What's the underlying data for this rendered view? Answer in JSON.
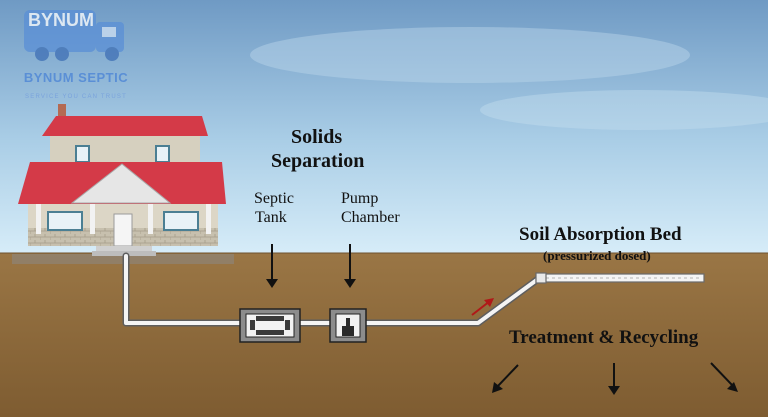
{
  "logo": {
    "truck_text": "BYNUM",
    "name": "BYNUM SEPTIC",
    "tagline": "SERVICE YOU CAN TRUST",
    "color": "#5a8fd6"
  },
  "labels": {
    "solids_separation_line1": "Solids",
    "solids_separation_line2": "Separation",
    "septic_tank_line1": "Septic",
    "septic_tank_line2": "Tank",
    "pump_chamber_line1": "Pump",
    "pump_chamber_line2": "Chamber",
    "soil_absorption_bed": "Soil Absorption Bed",
    "pressurized_dosed": "(pressurized dosed)",
    "treatment_recycling": "Treatment & Recycling"
  },
  "colors": {
    "sky_top": "#6f9ac4",
    "sky_bottom": "#d4e9f6",
    "ground": "#8f6c3d",
    "roof": "#d43a48",
    "pipe": "#f4f4f4",
    "flow_arrow": "#b01818"
  }
}
